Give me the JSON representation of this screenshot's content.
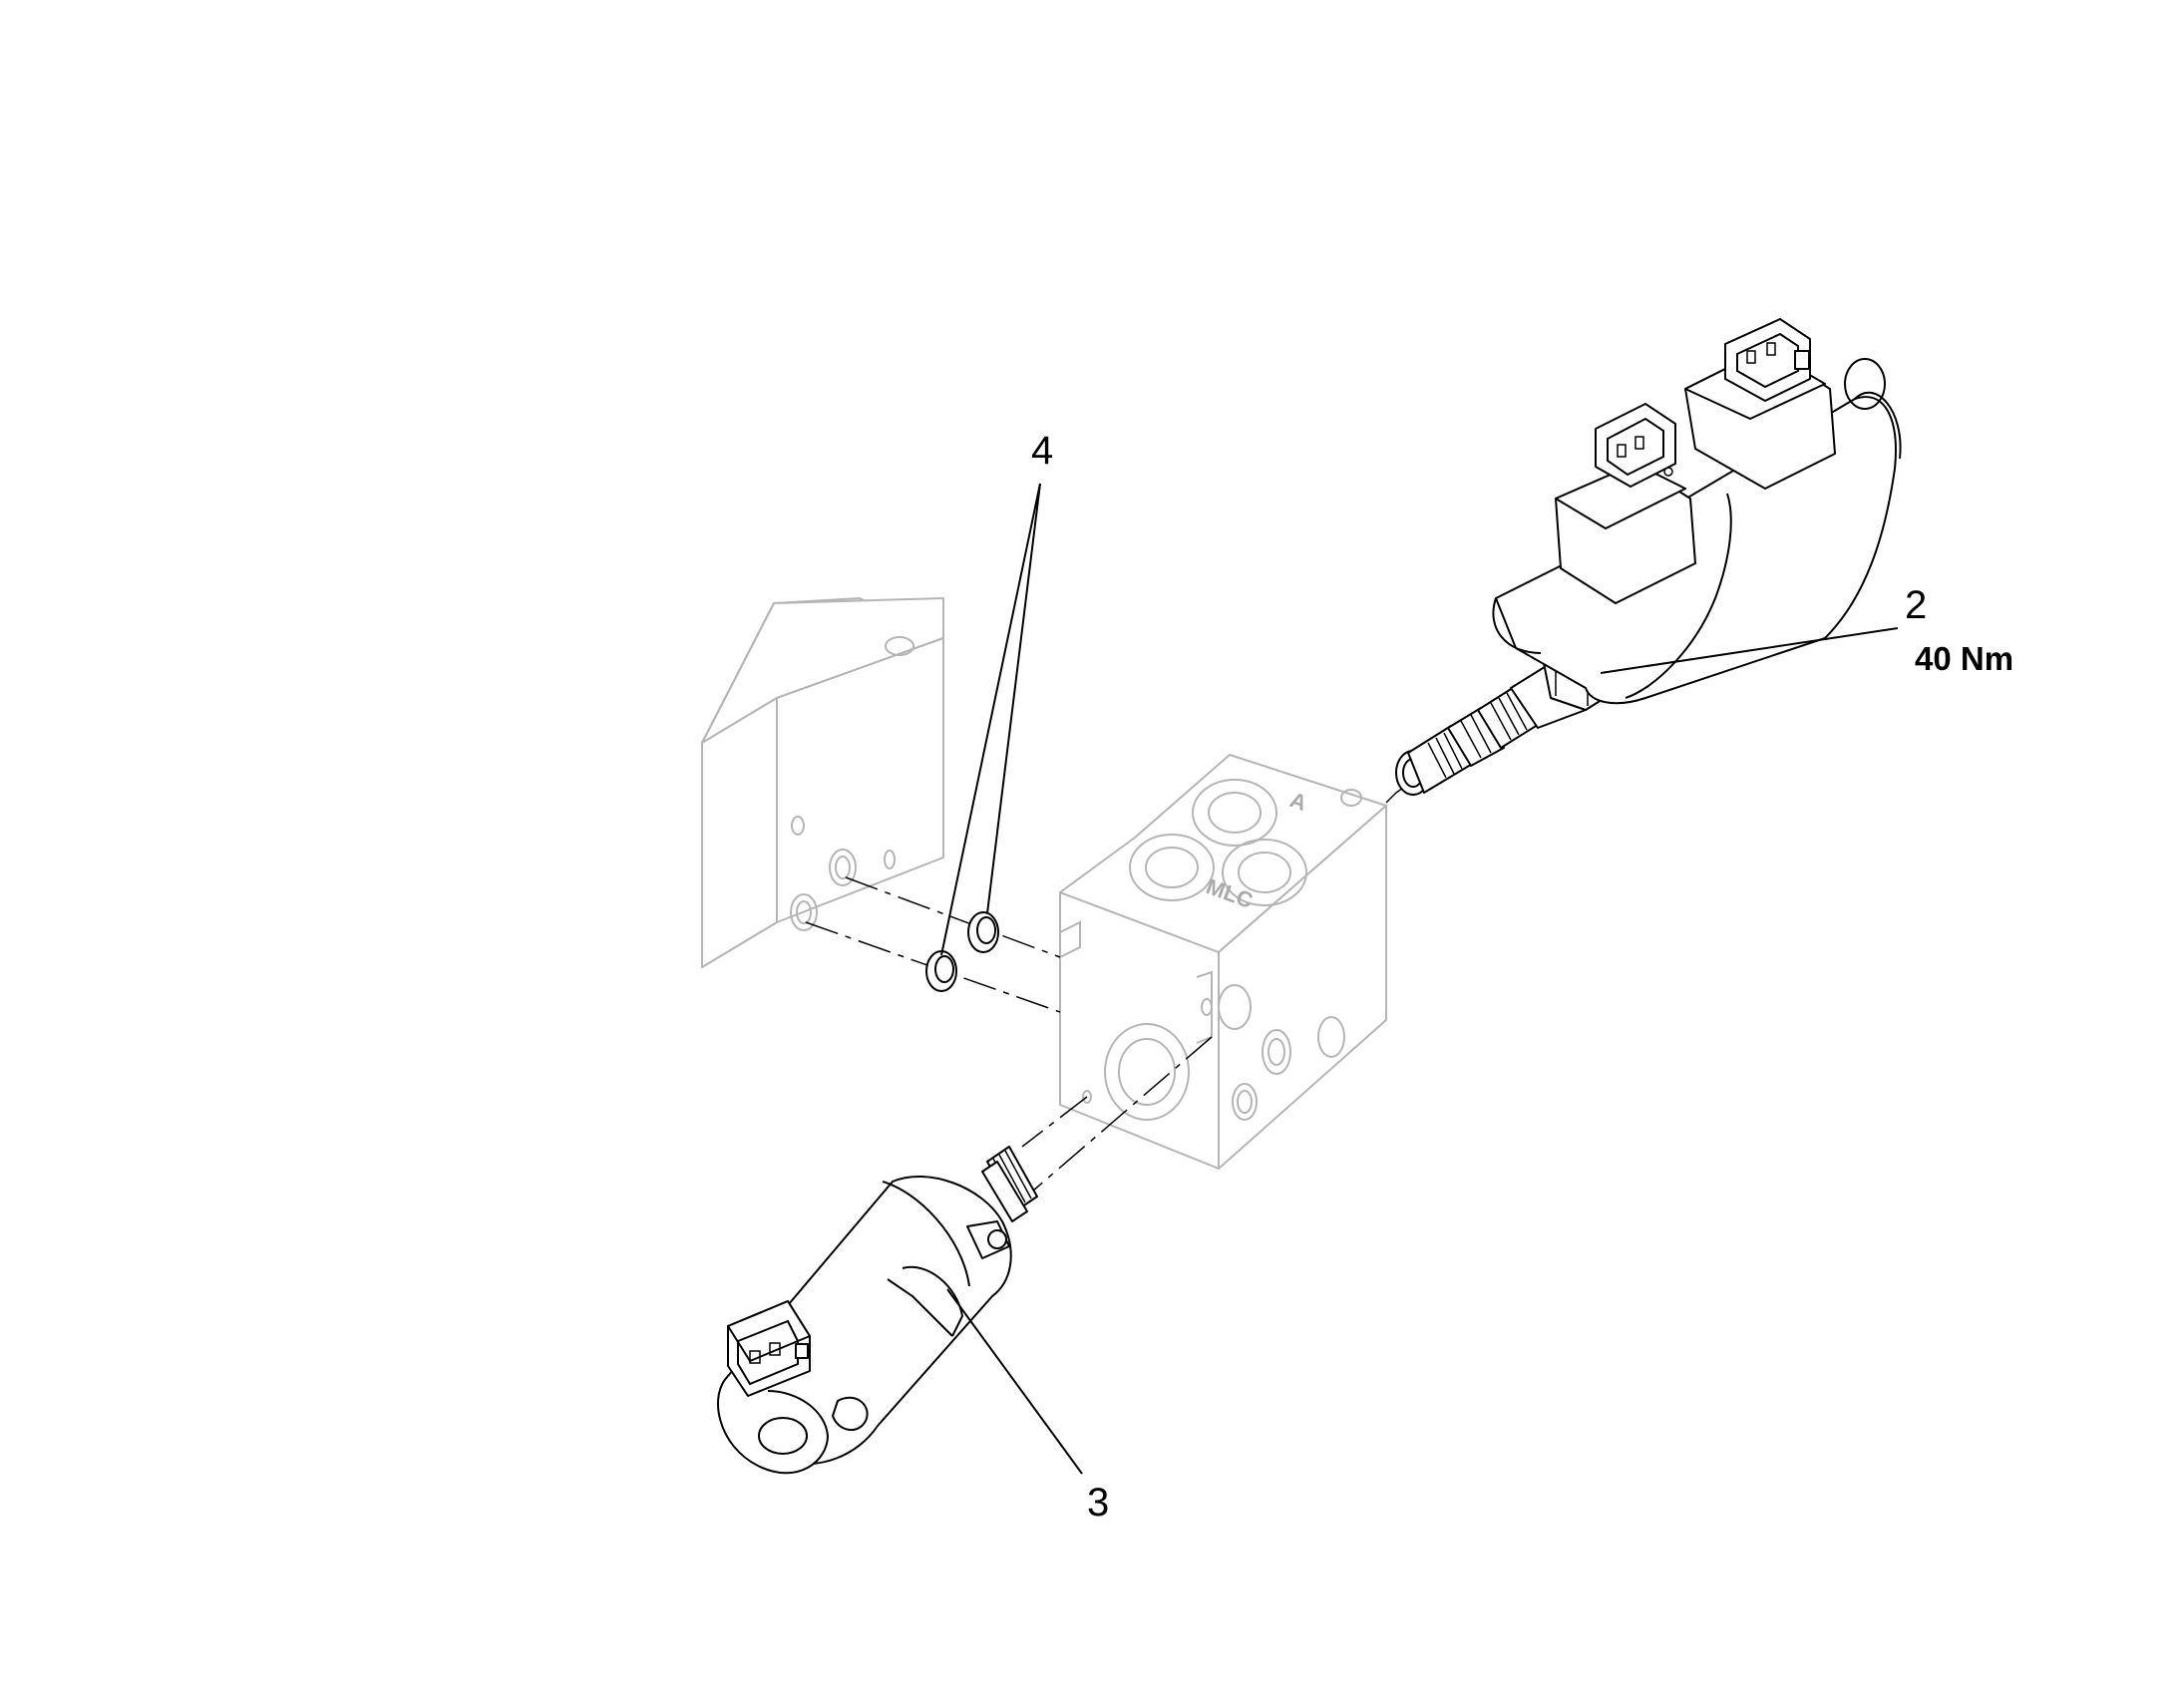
{
  "callouts": {
    "seals": {
      "number": "4"
    },
    "valve_upper": {
      "number": "2",
      "torque": "40 Nm"
    },
    "valve_lower": {
      "number": "3"
    }
  },
  "block_stamps": {
    "port_mark": "A",
    "model_mark": "MLC"
  },
  "colors": {
    "ink": "#000000",
    "ghost_line": "#b5b5b5",
    "background": "#ffffff"
  }
}
